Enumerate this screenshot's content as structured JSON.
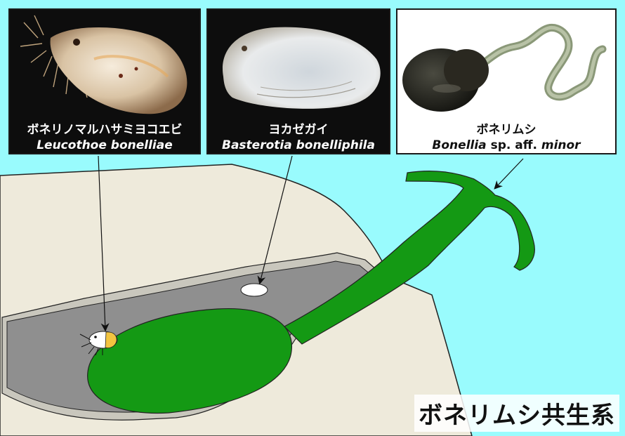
{
  "colors": {
    "water": "#99fbfd",
    "sediment": "#eeeadb",
    "burrow": "#8f8f8f",
    "burrow_lining": "#c9c7bd",
    "worm": "#149914",
    "outline": "#222222"
  },
  "panels": {
    "amphipod": {
      "name_ja": "ボネリノマルハサミヨコエビ",
      "name_sci": "Leucothoe bonelliae",
      "icon": "amphipod-photo"
    },
    "bivalve": {
      "name_ja": "ヨカゼガイ",
      "name_sci": "Basterotia bonelliphila",
      "icon": "clam-shell-photo"
    },
    "worm": {
      "name_ja": "ボネリムシ",
      "name_sci_genus": "Bonellia",
      "name_sci_rest": " sp. aff. ",
      "name_sci_species": "minor",
      "icon": "spoon-worm-photo"
    }
  },
  "title": "ボネリムシ共生系"
}
